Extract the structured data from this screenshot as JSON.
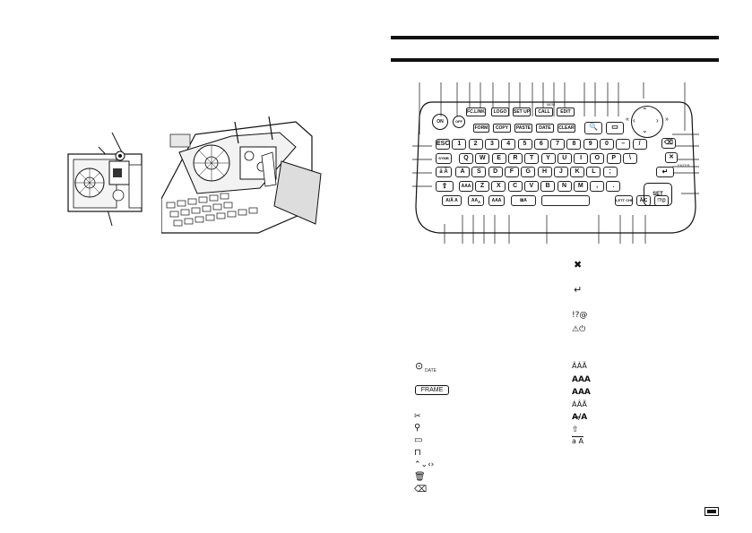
{
  "keyboard": {
    "power_keys": [
      "ON",
      "OFF"
    ],
    "function_row": [
      {
        "label": "FC.LINK",
        "sub": ""
      },
      {
        "label": "FORM",
        "sub": ""
      },
      {
        "label": "LOGO",
        "sub": ""
      },
      {
        "label": "COPY",
        "sub": ""
      },
      {
        "label": "SET UP",
        "sub": ""
      },
      {
        "label": "PASTE",
        "sub": ""
      },
      {
        "label": "CALL",
        "sub": ""
      },
      {
        "label": "DATE",
        "sub": ""
      },
      {
        "label": "EDIT",
        "sub": ""
      },
      {
        "label": "CLEAR",
        "sub": ""
      }
    ],
    "preview_label": "PREVIEW",
    "memory_label": "MEM",
    "number_row": [
      "ESC",
      "1",
      "2",
      "3",
      "4",
      "5",
      "6",
      "7",
      "8",
      "9",
      "0",
      "–",
      "/"
    ],
    "row_q": [
      "Q",
      "W",
      "E",
      "R",
      "T",
      "Y",
      "U",
      "I",
      "O",
      "P",
      "\\"
    ],
    "row_a": [
      "A",
      "S",
      "D",
      "F",
      "G",
      "H",
      "J",
      "K",
      "L",
      ";"
    ],
    "row_z": [
      "Z",
      "X",
      "C",
      "V",
      "B",
      "N",
      "M",
      ",",
      "."
    ],
    "set_label": "SET",
    "enter_label": "ENTER",
    "symbol_label": "SYMB"
  },
  "legend_right": [
    "!?@",
    "⚠⏻",
    "ÂÀÃ",
    "AAA",
    "AAA",
    "ÁÂÃ",
    "A/̶A",
    "⇧",
    "a  A"
  ],
  "legend_left_frame": "FRAME",
  "legend_left_date_sub": "DATE",
  "page_number": ""
}
